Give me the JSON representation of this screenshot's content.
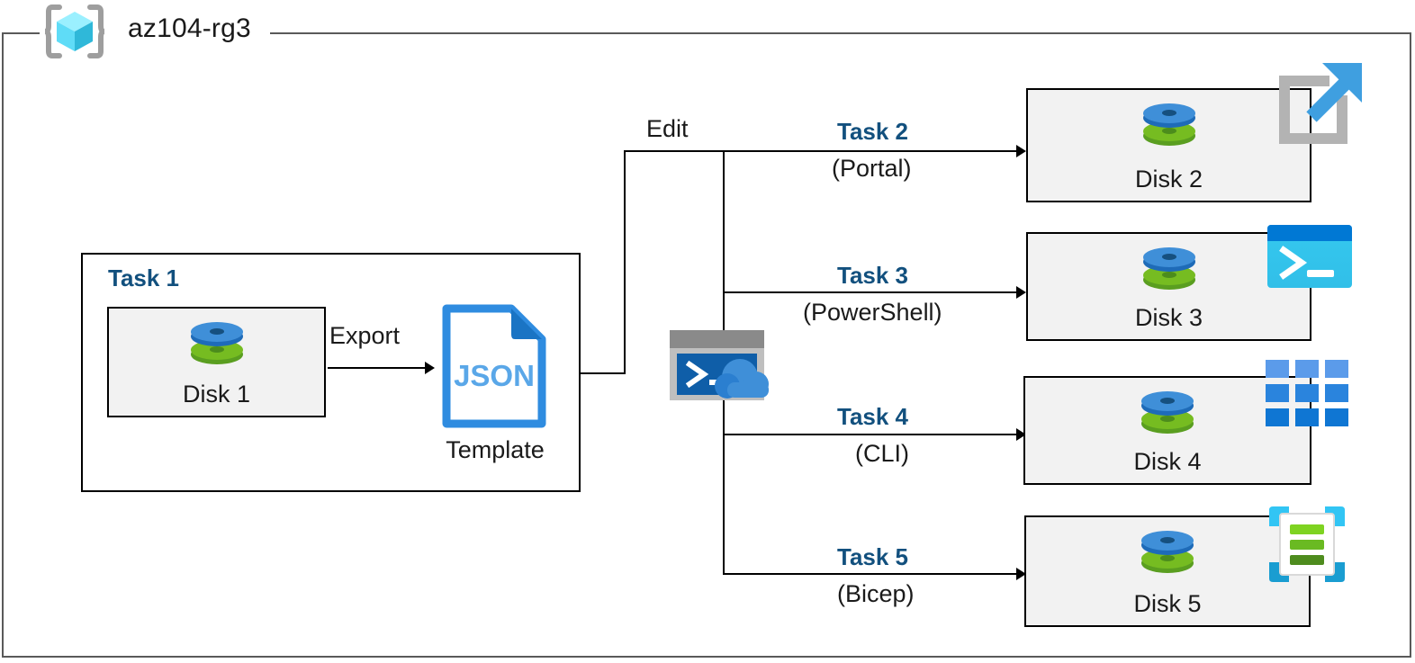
{
  "diagram": {
    "title": "az104-rg3",
    "resource_group": {
      "name": "az104-rg3",
      "icon": "resource-group-cube-icon"
    },
    "colors": {
      "task_label": "#12507e",
      "box_border": "#000000",
      "box_fill": "#f2f2f2",
      "container_border": "#595959",
      "disk_blue": "#3f8fd8",
      "disk_green": "#76bc21",
      "json_blue": "#2f8ce0",
      "cloudshell_blue": "#0f6cbd",
      "powershell_cyan": "#35c8ef",
      "bicep_cyan": "#32c5f4",
      "bicep_green": "#76bc21"
    },
    "source": {
      "task_label": "Task 1",
      "disk": {
        "caption": "Disk 1",
        "icon": "disk-icon"
      },
      "export_label": "Export",
      "template": {
        "icon": "json-file-icon",
        "file_type": "JSON",
        "caption": "Template"
      }
    },
    "edit_label": "Edit",
    "cloud_shell": {
      "icon": "cloud-shell-icon",
      "prompt": ">_"
    },
    "targets": [
      {
        "task_label": "Task 2",
        "method": "(Portal)",
        "disk_caption": "Disk 2",
        "icon": "azure-portal-icon"
      },
      {
        "task_label": "Task 3",
        "method": "(PowerShell)",
        "disk_caption": "Disk 3",
        "icon": "powershell-icon"
      },
      {
        "task_label": "Task 4",
        "method": "(CLI)",
        "disk_caption": "Disk 4",
        "icon": "azure-cli-icon"
      },
      {
        "task_label": "Task 5",
        "method": "(Bicep)",
        "disk_caption": "Disk 5",
        "icon": "bicep-icon"
      }
    ]
  }
}
